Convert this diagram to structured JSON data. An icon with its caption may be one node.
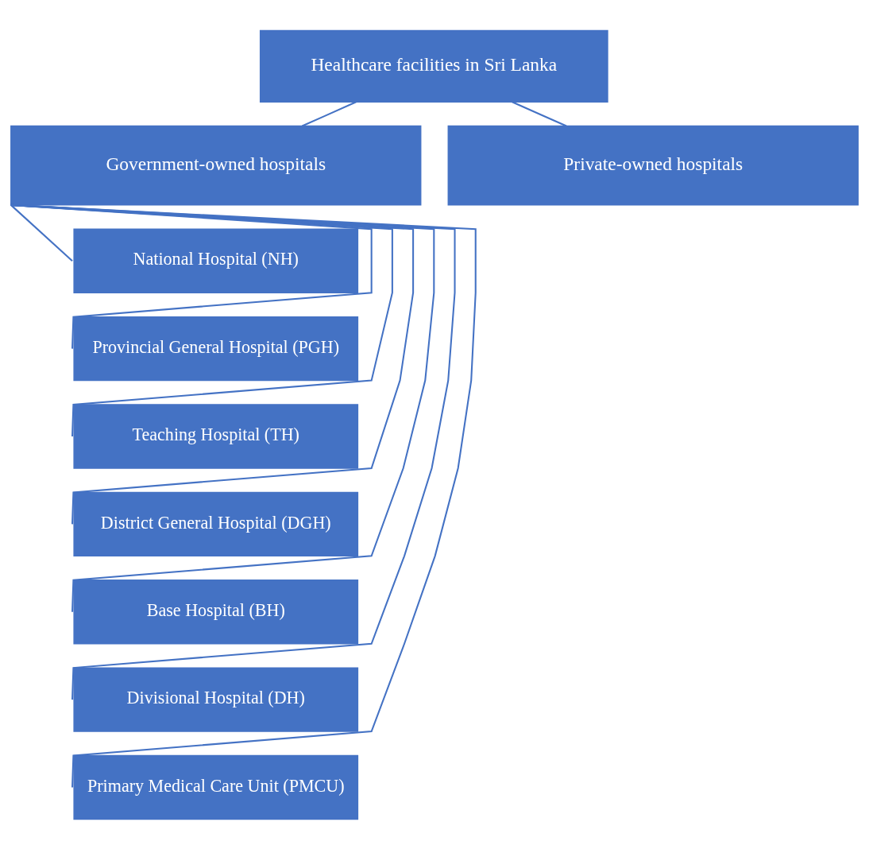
{
  "diagram": {
    "nodes": [
      {
        "text": [
          "Healthcare facilities in Sri Lanka"
        ]
      },
      {
        "text": [
          "Government-owned hospitals"
        ]
      },
      {
        "text": [
          "Private-owned hospitals"
        ]
      },
      {
        "text": [
          "National Hospital (NH)"
        ]
      },
      {
        "text": [
          "Provincial General Hospital (PGH)"
        ]
      },
      {
        "text": [
          "Teaching Hospital (TH)"
        ]
      },
      {
        "text": [
          "District General Hospital (DGH)"
        ]
      },
      {
        "text": [
          "Base Hospital (BH)"
        ]
      },
      {
        "text": [
          "Divisional Hospital (DH)"
        ]
      },
      {
        "text": [
          "Primary Medical Care Unit (PMCU)"
        ]
      }
    ],
    "edges": [
      {
        "from": 0,
        "to": 1,
        "arrow": "none"
      },
      {
        "from": 0,
        "to": 2,
        "arrow": "none"
      },
      {
        "from": 1,
        "to": 3,
        "arrow": "none"
      },
      {
        "from": 1,
        "to": 4,
        "arrow": "none"
      },
      {
        "from": 1,
        "to": 5,
        "arrow": "none"
      },
      {
        "from": 1,
        "to": 6,
        "arrow": "none"
      },
      {
        "from": 1,
        "to": 7,
        "arrow": "none"
      },
      {
        "from": 1,
        "to": 8,
        "arrow": "none"
      },
      {
        "from": 1,
        "to": 9,
        "arrow": "none"
      }
    ]
  }
}
